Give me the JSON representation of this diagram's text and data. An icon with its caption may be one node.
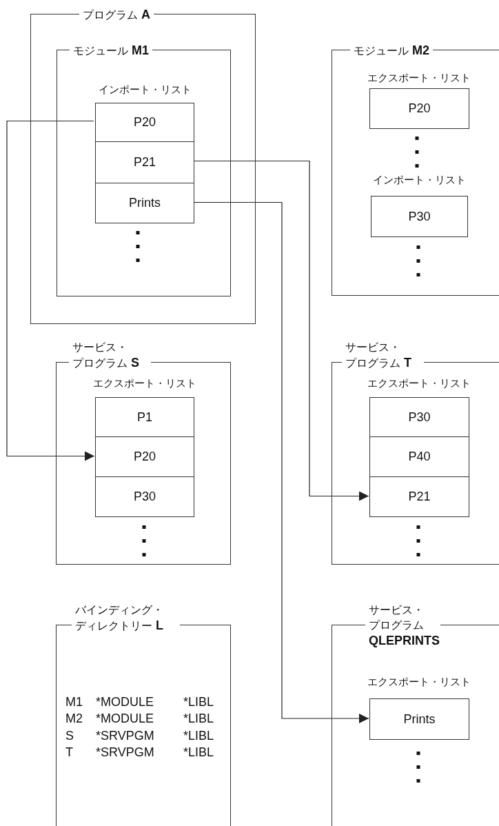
{
  "diagram": {
    "nodes": [
      {
        "text": [
          "プログラム **A**"
        ]
      },
      {
        "text": [
          "モジュール **M1**",
          "インポート・リスト"
        ],
        "in": 0
      },
      {
        "text": [
          "P20"
        ],
        "in": 1
      },
      {
        "text": [
          "P21"
        ],
        "in": 1
      },
      {
        "text": [
          "Prints"
        ],
        "in": 1
      },
      {
        "text": [
          "モジュール **M2**",
          "エクスポート・リスト",
          "インポート・リスト"
        ]
      },
      {
        "text": [
          "P20"
        ],
        "in": 5
      },
      {
        "text": [
          "P30"
        ],
        "in": 5
      },
      {
        "text": [
          "サービス・プログラム **S**",
          "エクスポート・リスト"
        ]
      },
      {
        "text": [
          "P1"
        ],
        "in": 8
      },
      {
        "text": [
          "P20"
        ],
        "in": 8
      },
      {
        "text": [
          "P30"
        ],
        "in": 8
      },
      {
        "text": [
          "サービス・プログラム **T**",
          "エクスポート・リスト"
        ]
      },
      {
        "text": [
          "P30"
        ],
        "in": 12
      },
      {
        "text": [
          "P40"
        ],
        "in": 12
      },
      {
        "text": [
          "P21"
        ],
        "in": 12
      },
      {
        "text": [
          "バインディング・ディレクトリー **L**"
        ]
      },
      {
        "text": [
          "サービス・プログラム **QLEPRINTS**",
          "エクスポート・リスト"
        ]
      },
      {
        "text": [
          "Prints"
        ],
        "in": 17
      }
    ],
    "edges": [
      {
        "from": 2,
        "to": 10,
        "arrow": "to"
      },
      {
        "from": 3,
        "to": 15,
        "arrow": "to"
      },
      {
        "from": 4,
        "to": 18,
        "arrow": "to"
      }
    ],
    "labels": [
      "M1",
      "*MODULE",
      "*LIBL",
      "M2",
      "*MODULE",
      "*LIBL",
      "S",
      "*SRVPGM",
      "*LIBL",
      "T",
      "*SRVPGM",
      "*LIBL"
    ]
  }
}
